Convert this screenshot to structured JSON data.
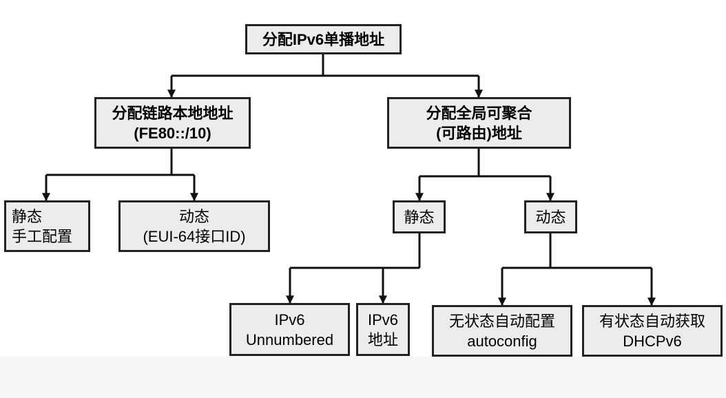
{
  "colors": {
    "box_fill": "#ececec",
    "border": "#222222",
    "line": "#111111",
    "footer": "#f7f7f7"
  },
  "root": {
    "label": "分配IPv6单播地址"
  },
  "link_local": {
    "line1": "分配链路本地地址",
    "line2": "(FE80::/10)"
  },
  "global": {
    "line1": "分配全局可聚合",
    "line2": "(可路由)地址"
  },
  "ll_static": {
    "line1": "静态",
    "line2": "手工配置"
  },
  "ll_dynamic": {
    "line1": "动态",
    "line2": "(EUI-64接口ID)"
  },
  "g_static": {
    "label": "静态"
  },
  "g_dynamic": {
    "label": "动态"
  },
  "unnumbered": {
    "line1": "IPv6",
    "line2": "Unnumbered"
  },
  "ipv6_addr": {
    "line1": "IPv6",
    "line2": "地址"
  },
  "stateless": {
    "line1": "无状态自动配置",
    "line2": "autoconfig"
  },
  "stateful": {
    "line1": "有状态自动获取",
    "line2": "DHCPv6"
  }
}
